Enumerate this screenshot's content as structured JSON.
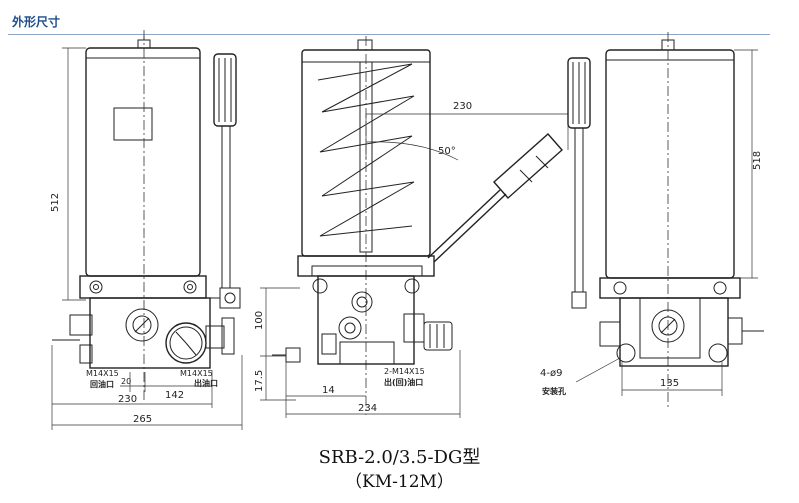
{
  "header": {
    "title": "外形尺寸"
  },
  "dimensions": {
    "front_height": "512",
    "front_100": "100",
    "front_17_5": "17.5",
    "front_20": "20",
    "front_142": "142",
    "front_230": "230",
    "front_265": "265",
    "side_230": "230",
    "side_50": "50°",
    "side_14": "14",
    "side_234": "234",
    "right_height": "518",
    "right_135": "135"
  },
  "labels": {
    "thread_left": "M14X15",
    "thread_right": "M14X15",
    "return_port": "回油口",
    "outlet_port": "出油口",
    "port_pair": "2-M14X15",
    "port_pair_name": "出(回)油口",
    "mount_holes": "4-ø9",
    "mount_holes_name": "安装孔"
  },
  "caption": {
    "model": "SRB-2.0/3.5-DG型",
    "code": "（KM-12M）"
  }
}
